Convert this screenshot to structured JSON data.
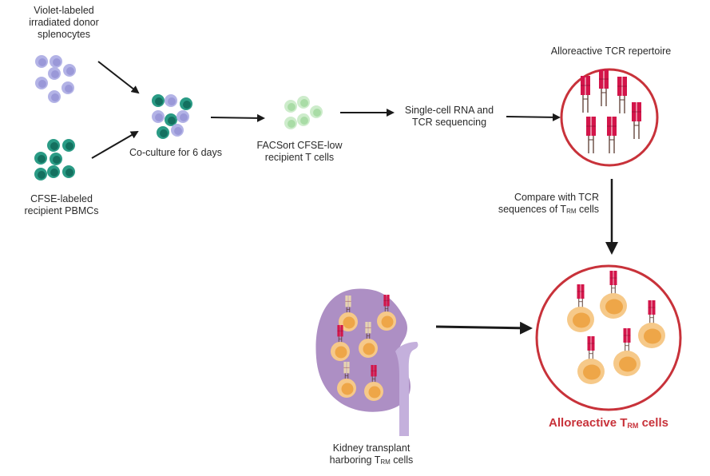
{
  "labels": {
    "donor": [
      "Violet-labeled",
      "irradiated donor",
      "splenocytes"
    ],
    "recipient": [
      "CFSE-labeled",
      "recipient PBMCs"
    ],
    "coculture": "Co-culture for 6 days",
    "facsort": [
      "FACSort CFSE-low",
      "recipient T cells"
    ],
    "sequencing": [
      "Single-cell RNA and",
      "TCR sequencing"
    ],
    "repertoire": "Alloreactive TCR repertoire",
    "compare_line1": "Compare with TCR",
    "compare_line2_pre": "sequences of T",
    "compare_sub": "RM",
    "compare_line2_post": " cells",
    "kidney_line1": "Kidney transplant",
    "kidney_line2_pre": "harboring T",
    "kidney_sub": "RM",
    "kidney_line2_post": " cells",
    "final_pre": "Alloreactive T",
    "final_sub": "RM",
    "final_post": " cells"
  },
  "colors": {
    "violet_cell": "#b3b3e6",
    "violet_nucleus": "#9a98d8",
    "teal_cell": "#2a9b85",
    "teal_nucleus": "#14705f",
    "green_cell": "#cdeccb",
    "green_nucleus": "#a9dca6",
    "tcr_red": "#d3154a",
    "tcr_beige": "#e6d3b0",
    "circle_red": "#c8323a",
    "kidney": "#ad8fc4",
    "ureter": "#c4b0dc",
    "trm_cell": "#f6c989",
    "trm_nucleus": "#eea648",
    "arrow": "#1a1a1a"
  }
}
